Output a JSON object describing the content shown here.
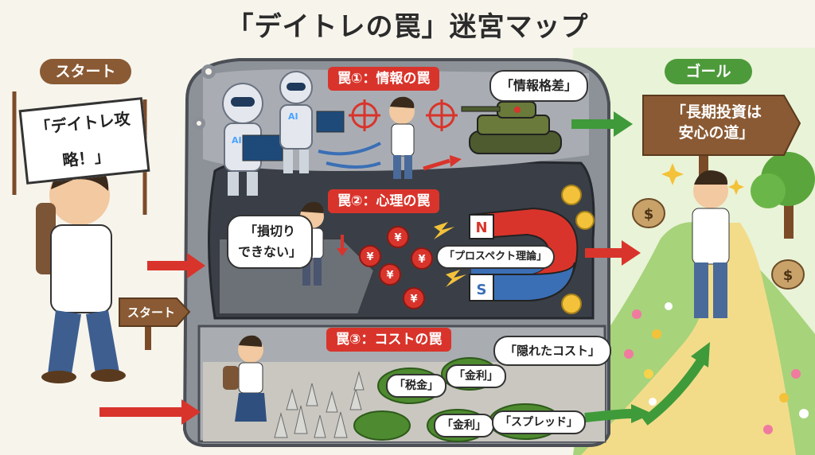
{
  "title": "「デイトレの罠」迷宮マップ",
  "start_label": "スタート",
  "goal_label": "ゴール",
  "banner_text": "「デイトレ攻略！」",
  "start_sign": "スタート",
  "goal_sign_lines": [
    "「長期投資は",
    "安心の道」"
  ],
  "traps": [
    {
      "label": "罠①：情報の罠",
      "bubbles": [
        "「情報格差」"
      ]
    },
    {
      "label": "罠②：心理の罠",
      "bubbles": [
        "「損切り",
        "できない」",
        "「プロスペクト理論」"
      ]
    },
    {
      "label": "罠③：コストの罠",
      "bubbles": [
        "「隠れたコスト」"
      ]
    }
  ],
  "cost_tags": [
    "「税金」",
    "「金利」",
    "「金利」",
    "「スプレッド」"
  ],
  "robot_screen_labels": [
    "AI",
    "AI"
  ],
  "magnet_poles": [
    "N",
    "S"
  ],
  "coin_symbol": "¥",
  "bag_symbol": "$",
  "colors": {
    "start_pill": "#8a5a34",
    "goal_pill": "#4d9a3b",
    "trap": "#d9342b",
    "arrow_red": "#d9342b",
    "arrow_green": "#3f9a3a",
    "stone": "#6c7178",
    "path": "#f2dc8a"
  }
}
